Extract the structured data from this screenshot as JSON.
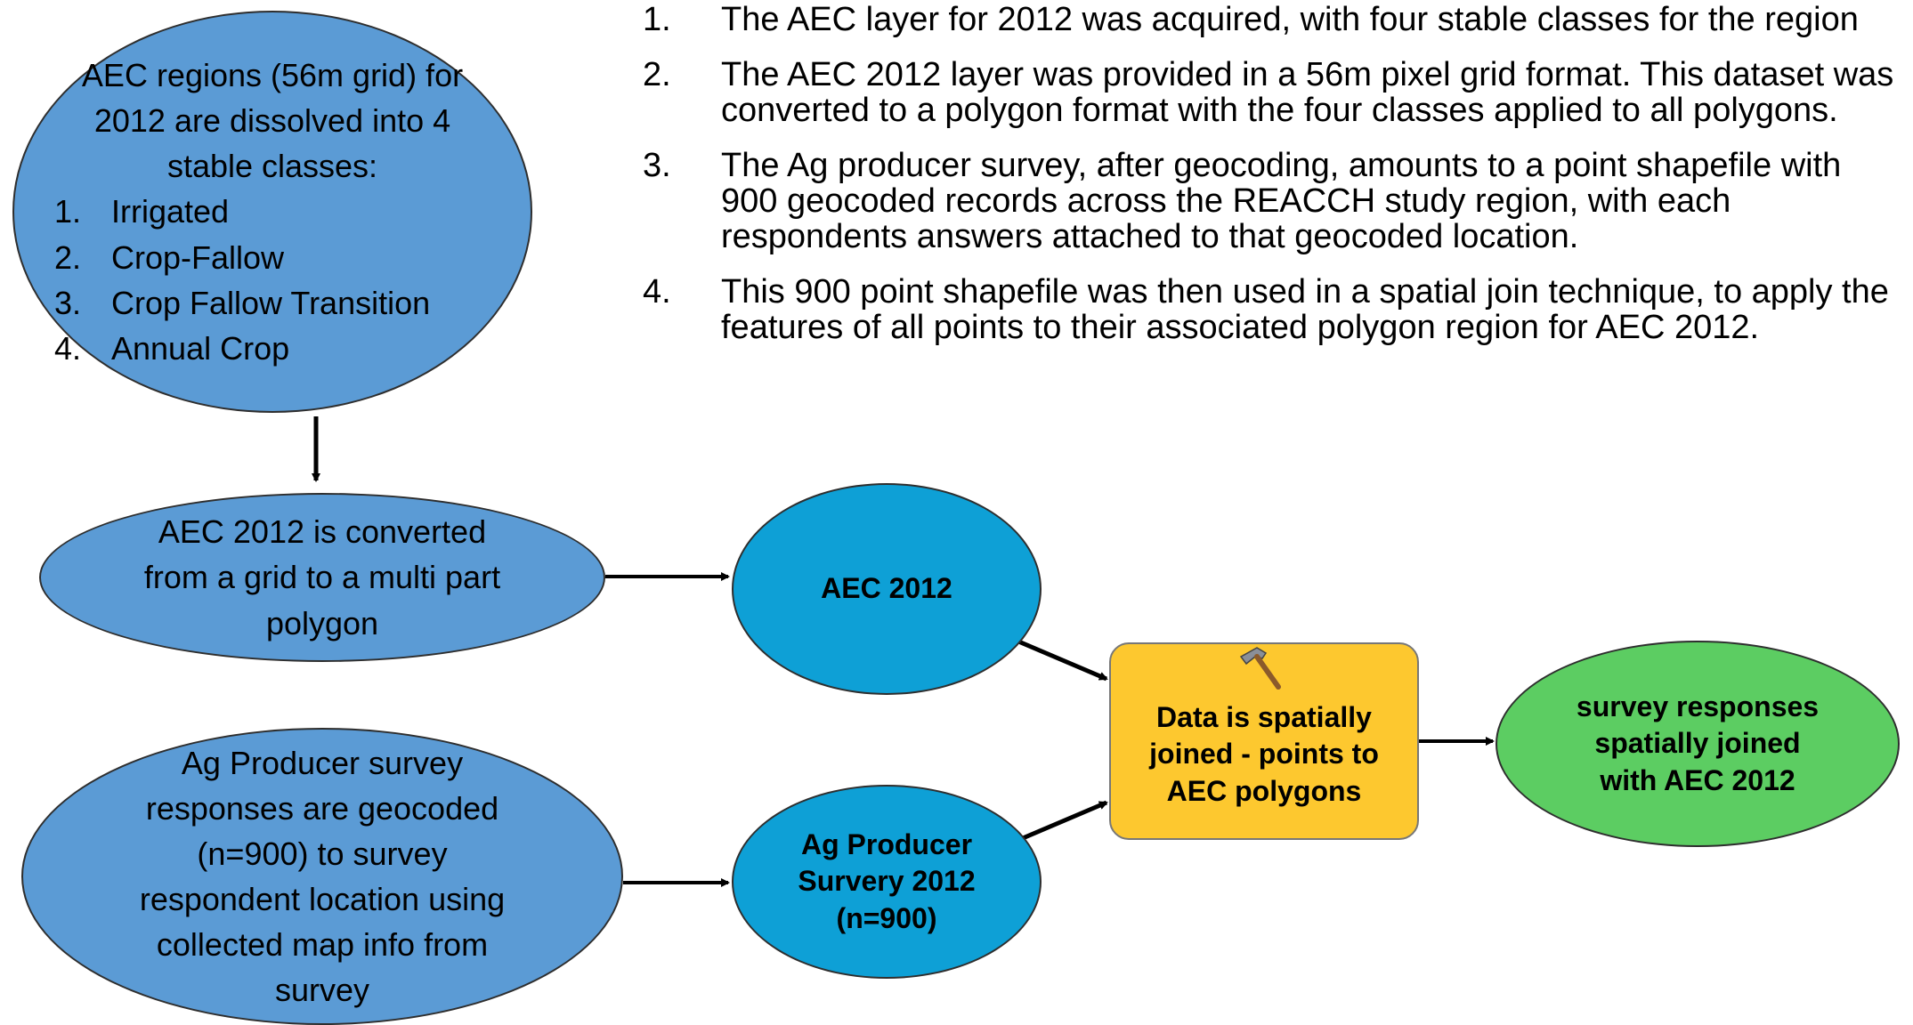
{
  "steps": [
    {
      "num": "1.",
      "text": "The AEC layer for 2012 was acquired, with four stable classes for the region"
    },
    {
      "num": "2.",
      "text": "The AEC 2012 layer was provided in a 56m pixel grid format.  This dataset was converted to a polygon format with the four classes applied to all polygons."
    },
    {
      "num": "3.",
      "text": "The Ag producer survey, after geocoding, amounts to a point shapefile with 900 geocoded records across the REACCH study region, with each respondents answers attached to that geocoded location."
    },
    {
      "num": "4.",
      "text": "This 900 point shapefile was then used in a spatial join technique, to apply the features of all points to their associated polygon region for AEC 2012."
    }
  ],
  "nodes": {
    "aec_regions": {
      "intro": "AEC regions (56m grid) for 2012 are dissolved into 4 stable  classes:",
      "classes": [
        {
          "num": "1.",
          "label": "Irrigated"
        },
        {
          "num": "2.",
          "label": "Crop-Fallow"
        },
        {
          "num": "3.",
          "label": "Crop Fallow Transition"
        },
        {
          "num": "4.",
          "label": "Annual Crop"
        }
      ]
    },
    "convert": "AEC 2012 is converted from a grid to a multi part polygon",
    "survey_geocode": "Ag Producer survey responses are geocoded (n=900) to survey respondent location using collected map info from survey",
    "aec2012": "AEC 2012",
    "ag_survey": "Ag Producer Survery 2012 (n=900)",
    "join": "Data is spatially joined - points to AEC polygons",
    "result": "survey responses spatially joined with AEC 2012"
  },
  "colors": {
    "left_ellipse": "#5b9bd5",
    "data_ellipse": "#0ea0d6",
    "tool_box": "#fdc82f",
    "output_ellipse": "#5ccd62",
    "arrow": "#000000"
  },
  "icons": {
    "tool": "hammer-icon"
  }
}
